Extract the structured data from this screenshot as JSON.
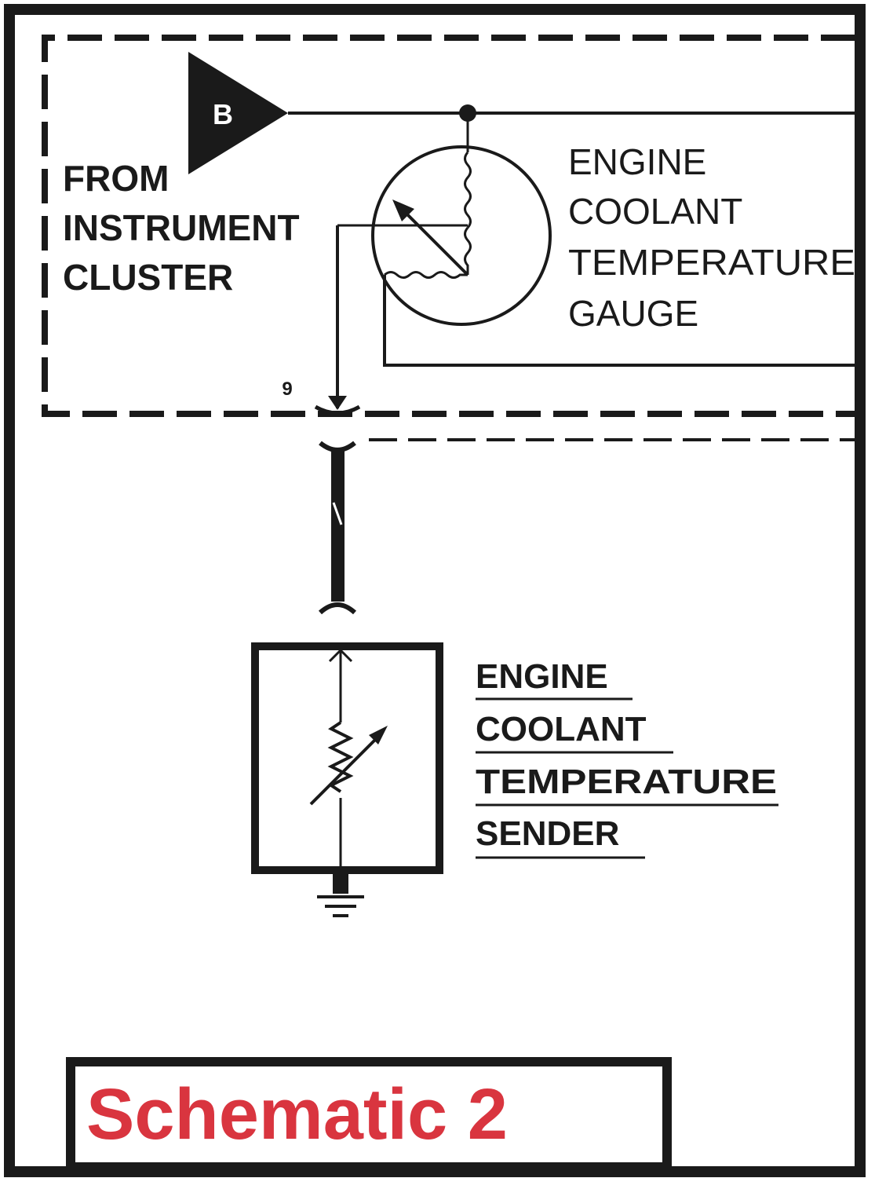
{
  "source_badge": {
    "label": "B"
  },
  "source_label": [
    "FROM",
    "INSTRUMENT",
    "CLUSTER"
  ],
  "gauge_label": [
    "ENGINE",
    "COOLANT",
    "TEMPERATURE",
    "GAUGE"
  ],
  "pin_number": "9",
  "wire_code": "\\",
  "sender_label": [
    "ENGINE",
    "COOLANT",
    "TEMPERATURE",
    "SENDER"
  ],
  "title": "Schematic 2",
  "colors": {
    "ink": "#1a1a1a",
    "title": "#d9353f",
    "background": "#ffffff"
  }
}
